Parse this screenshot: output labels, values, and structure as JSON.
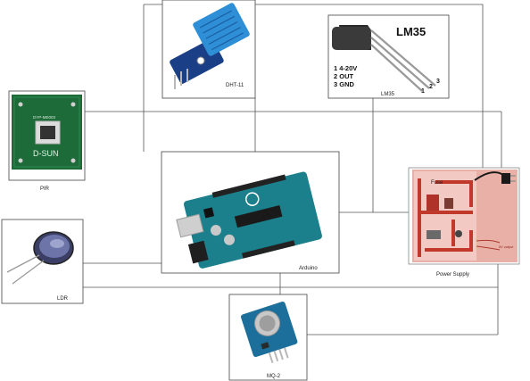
{
  "nodes": {
    "dht": {
      "caption": "DHT-11"
    },
    "lm35": {
      "caption": "LM35",
      "title": "LM35",
      "pins": [
        "1 4-20V",
        "2 OUT",
        "3 GND"
      ],
      "pin_numbers": [
        "1",
        "2",
        "3"
      ]
    },
    "pir": {
      "caption": "PIR",
      "board_text": "D-SUN",
      "model_text": "DYP-ME003"
    },
    "arduino": {
      "caption": "Arduino"
    },
    "ldr": {
      "caption": "LDR"
    },
    "mq2": {
      "caption": "MQ-2"
    },
    "power": {
      "caption": "Power Supply",
      "fuse_text": "Fuse",
      "side_text": "5V output"
    }
  },
  "colors": {
    "line": "#555555",
    "pcb_green": "#1e6b3a",
    "arduino_teal": "#1b7f8c",
    "dht_blue": "#2f8fd6",
    "psu_red": "#c0392b",
    "psu_bg": "#e9b0a8"
  }
}
